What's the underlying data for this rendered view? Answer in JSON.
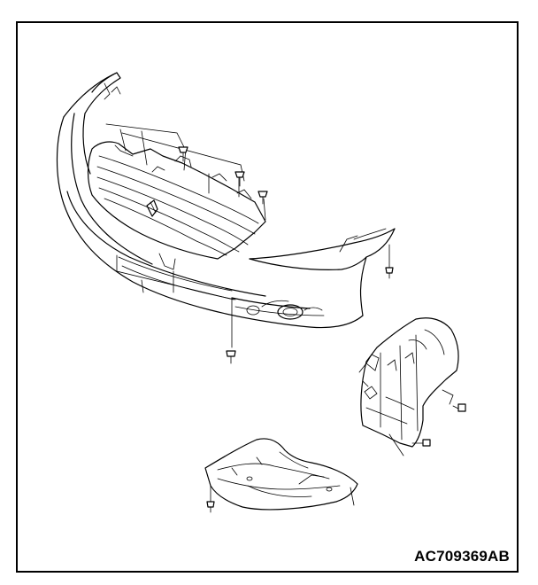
{
  "figure": {
    "id": "AC709369AB",
    "line_color": "#000000",
    "background": "#ffffff"
  },
  "parts": [
    "front-bumper",
    "radiator-grille",
    "fog-lamp",
    "fender-splash-shield",
    "engine-under-cover",
    "clip-fastener"
  ]
}
